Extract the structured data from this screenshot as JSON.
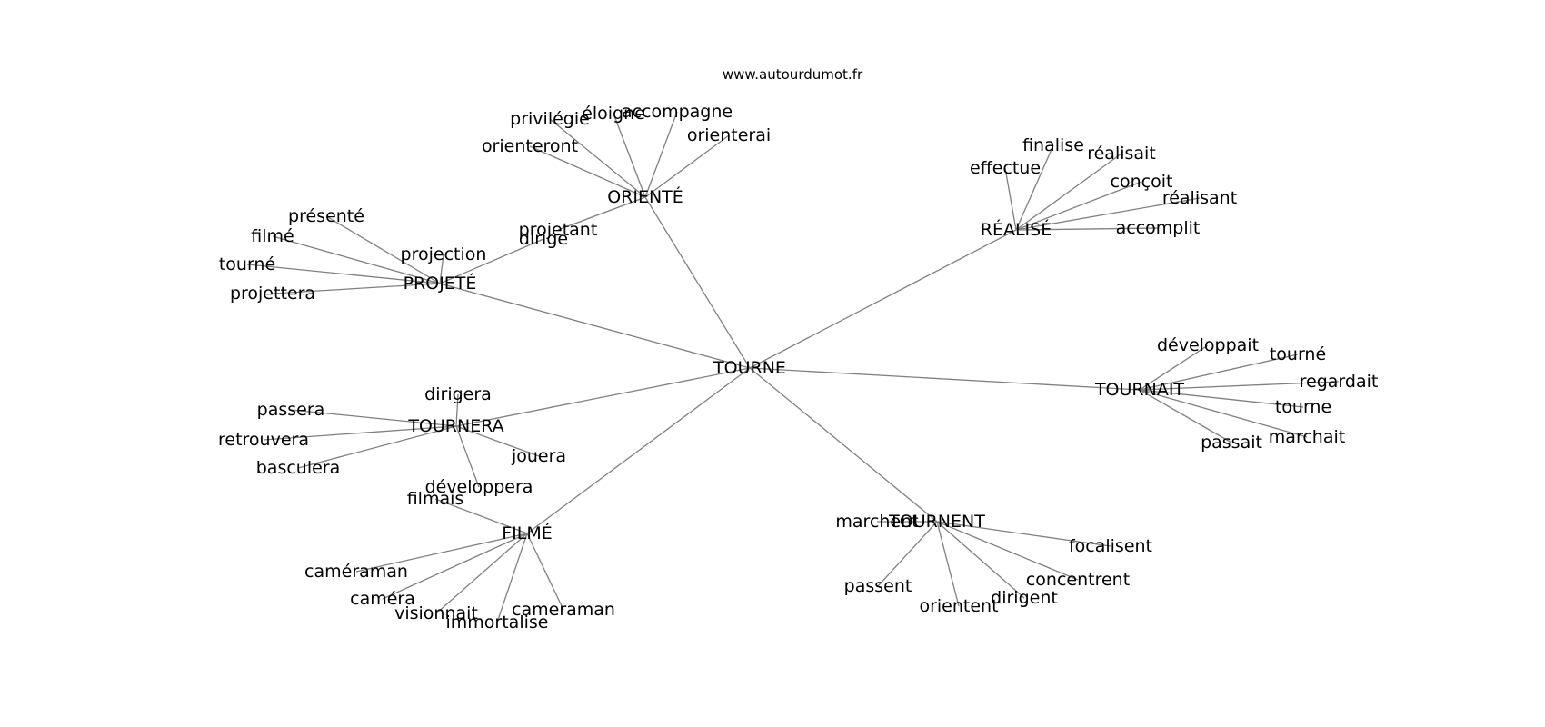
{
  "source": "www.autourdumot.fr",
  "root": "TOURNE",
  "groups": [
    {
      "hub": "ORIENTÉ",
      "words": [
        "privilégie",
        "éloigne",
        "accompagne",
        "orienterai",
        "orienteront",
        "projetant"
      ]
    },
    {
      "hub": "RÉALISÉ",
      "words": [
        "finalise",
        "réalisait",
        "effectue",
        "conçoit",
        "réalisant",
        "accomplit"
      ]
    },
    {
      "hub": "PROJETÉ",
      "words": [
        "présenté",
        "filmé",
        "tourné",
        "projettera",
        "projection",
        "dirige"
      ]
    },
    {
      "hub": "TOURNAIT",
      "words": [
        "développait",
        "tourné",
        "regardait",
        "tourne",
        "marchait",
        "passait"
      ]
    },
    {
      "hub": "TOURNERA",
      "words": [
        "dirigera",
        "passera",
        "retrouvera",
        "basculera",
        "jouera",
        "développera"
      ]
    },
    {
      "hub": "FILMÉ",
      "words": [
        "filmais",
        "caméraman",
        "caméra",
        "visionnait",
        "immortalise",
        "cameraman"
      ]
    },
    {
      "hub": "TOURNENT",
      "words": [
        "marchent",
        "focalisent",
        "concentrent",
        "passent",
        "orientent",
        "dirigent"
      ]
    }
  ]
}
